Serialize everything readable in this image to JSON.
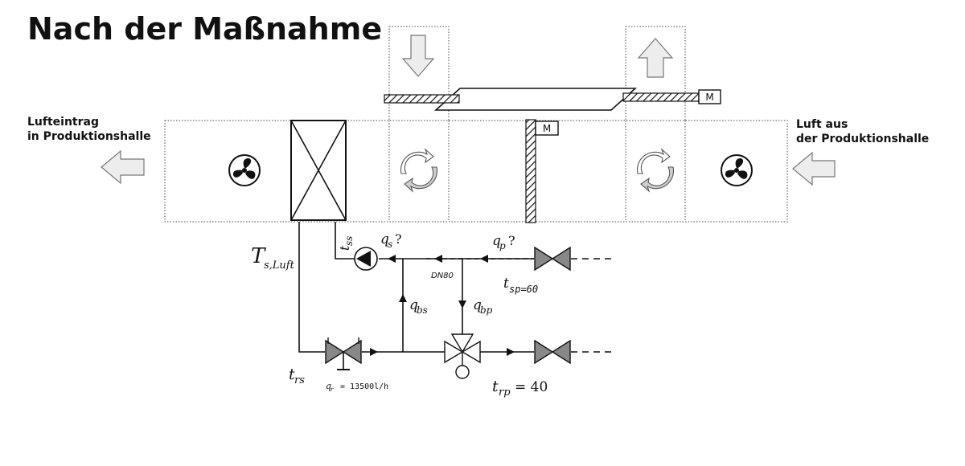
{
  "title": "Nach der Maßnahme",
  "labels": {
    "left_line1": "Lufteintrag",
    "left_line2": "in Produktionshalle",
    "right_line1": "Luft aus",
    "right_line2": "der Produktionshalle",
    "motor": "M",
    "T_base": "T",
    "T_sub": "s,Luft",
    "t_ss_base": "t",
    "t_ss_sub": "ss",
    "q_s_base": "q",
    "q_s_sub": "s",
    "q_s_q": "?",
    "q_p_base": "q",
    "q_p_sub": "p",
    "q_p_q": "?",
    "dn": "DN80",
    "t_sp_base": "t",
    "t_sp_sub": "sp=60",
    "q_bs_base": "q",
    "q_bs_sub": "bs",
    "q_bp_base": "q",
    "q_bp_sub": "bp",
    "t_rs_base": "t",
    "t_rs_sub": "rs",
    "q_r_base": "q",
    "q_r_sub": "r",
    "q_r_val": "= 13500l/h",
    "t_rp_base": "t",
    "t_rp_sub": "rp",
    "t_rp_val": "= 40"
  },
  "icons": [
    "arrow-down-icon",
    "arrow-up-icon",
    "arrow-left-icon",
    "fan-icon",
    "heat-exchanger-icon",
    "rotary-wheel-icon",
    "pump-icon",
    "valve-icon",
    "three-way-valve-icon",
    "damper-icon",
    "motor-icon"
  ]
}
